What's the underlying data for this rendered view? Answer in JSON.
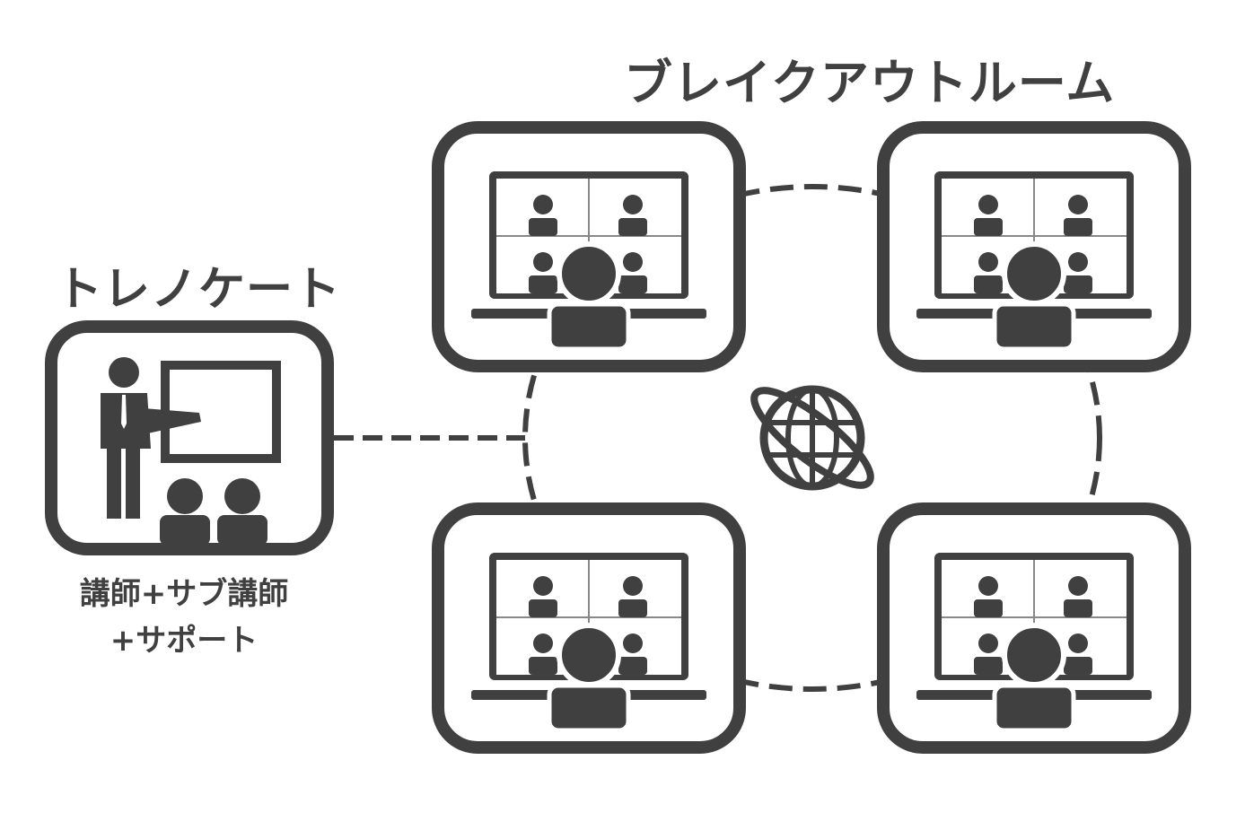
{
  "breakout_title": "ブレイクアウトルーム",
  "trainer": {
    "title": "トレノケート",
    "caption_line1": "講師+サブ講師",
    "caption_line2": "+サポート"
  },
  "icons": {
    "classroom": "teacher-with-whiteboard-icon",
    "network": "globe-icon",
    "room": "video-conference-laptop-icon"
  },
  "colors": {
    "ink": "#404040",
    "background": "#ffffff"
  }
}
